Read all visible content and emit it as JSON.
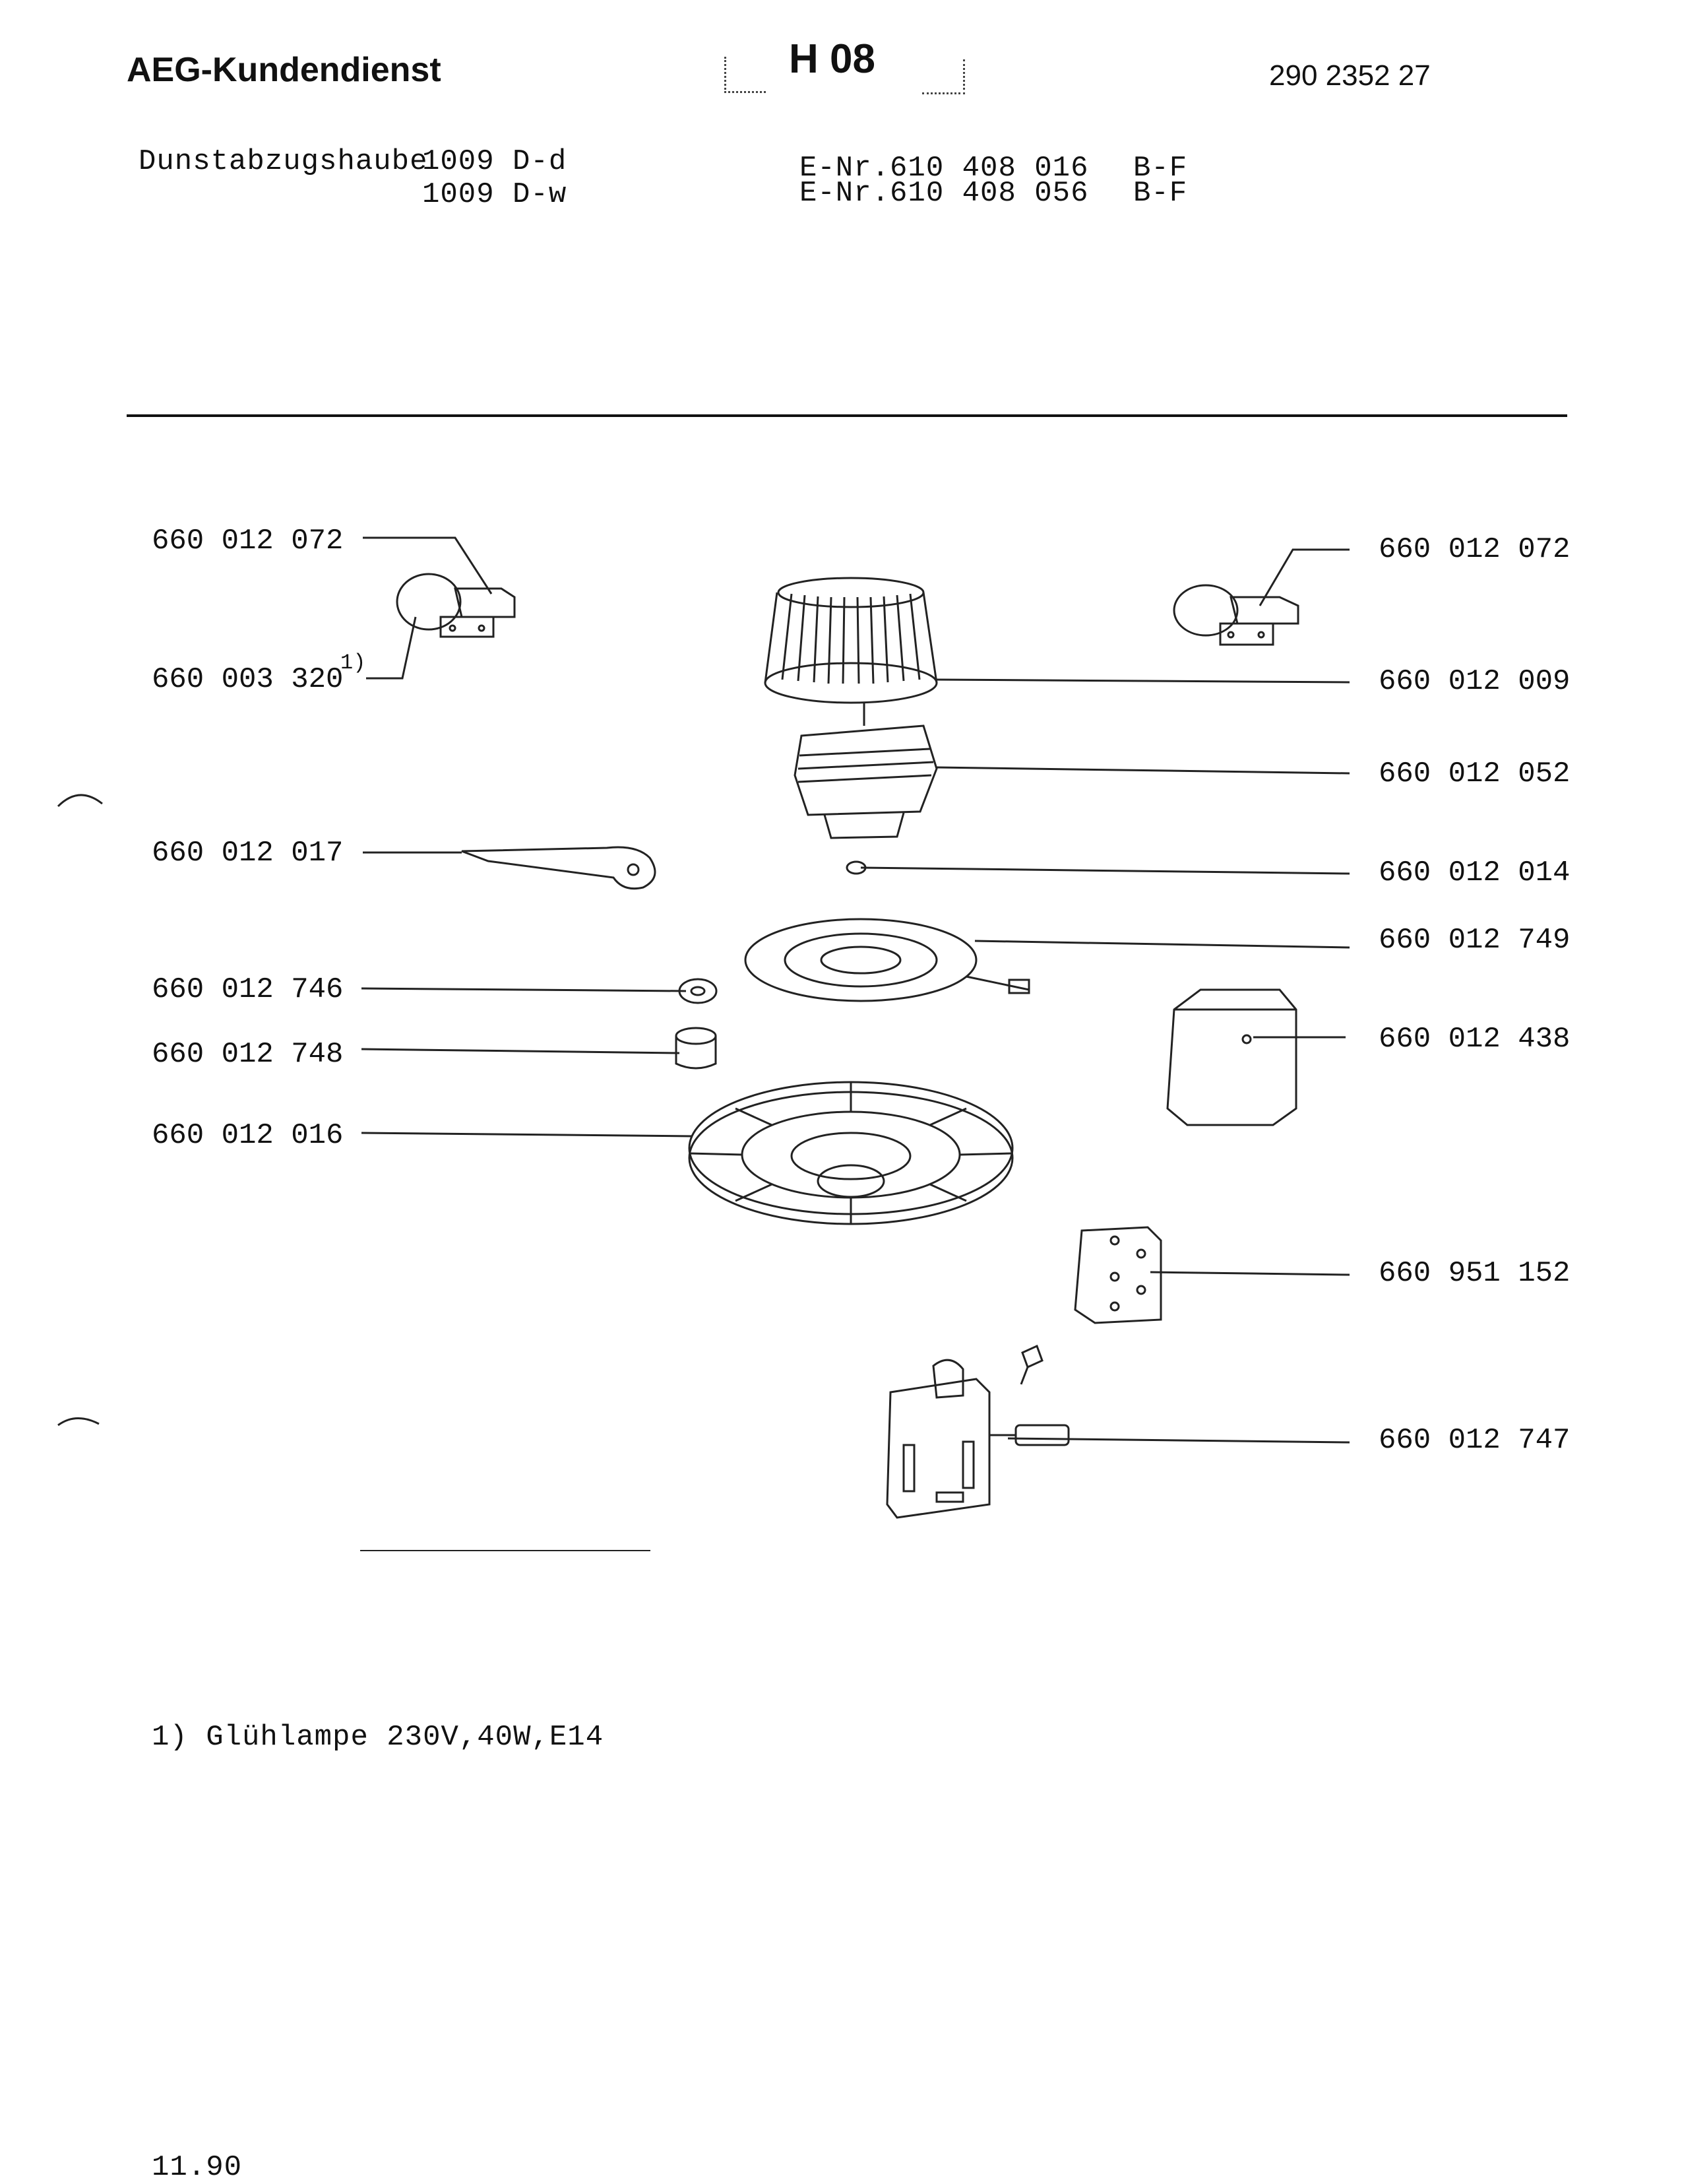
{
  "header": {
    "brand": "AEG-Kundendienst",
    "section_code": "H 08",
    "document_number": "290 2352 27"
  },
  "model": {
    "name": "Dunstabzugshaube",
    "variants": [
      {
        "model": "1009 D-d",
        "e_nr": "E-Nr.610 408 016",
        "suffix": "B-F"
      },
      {
        "model": "1009 D-w",
        "e_nr": "E-Nr.610 408 056",
        "suffix": "B-F"
      }
    ]
  },
  "parts_left": [
    {
      "number": "660 012 072",
      "item": "lamp-holder-left"
    },
    {
      "number": "660 003 320",
      "footnote": "1)",
      "item": "bulb"
    },
    {
      "number": "660 012 017",
      "item": "lever"
    },
    {
      "number": "660 012 746",
      "item": "nut"
    },
    {
      "number": "660 012 748",
      "item": "knob"
    },
    {
      "number": "660 012 016",
      "item": "grease-filter-grille"
    }
  ],
  "parts_right": [
    {
      "number": "660 012 072",
      "item": "lamp-holder-right"
    },
    {
      "number": "660 012 009",
      "item": "fan-wheel"
    },
    {
      "number": "660 012 052",
      "item": "motor"
    },
    {
      "number": "660 012 014",
      "item": "washer"
    },
    {
      "number": "660 012 749",
      "item": "motor-plate"
    },
    {
      "number": "660 012 438",
      "item": "capacitor-box"
    },
    {
      "number": "660 951 152",
      "item": "terminal-block"
    },
    {
      "number": "660 012 747",
      "item": "switch"
    }
  ],
  "footnote": "1) Glühlampe 230V,40W,E14",
  "footer_date": "11.90"
}
